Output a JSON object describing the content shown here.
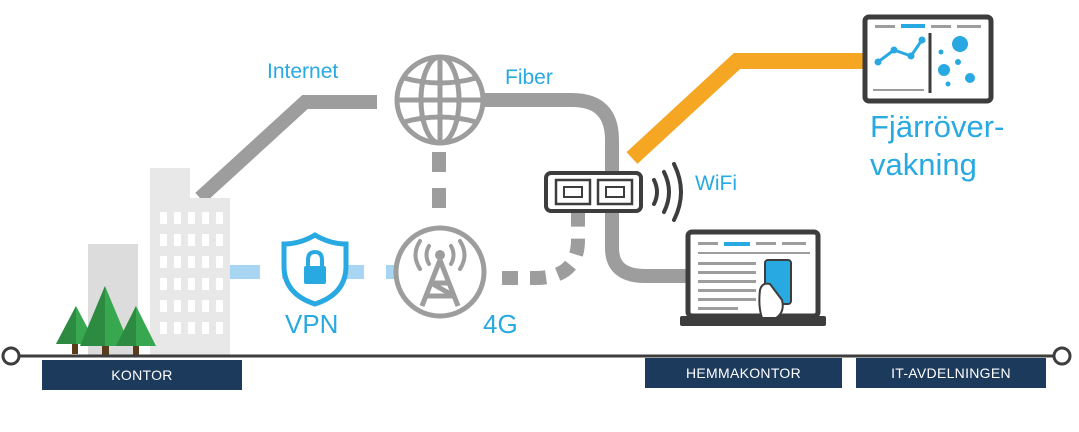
{
  "labels": {
    "internet": "Internet",
    "fiber": "Fiber",
    "wifi": "WiFi",
    "vpn": "VPN",
    "fourg": "4G",
    "remote_line1": "Fjärröver-",
    "remote_line2": "vakning"
  },
  "locations": {
    "kontor": "KONTOR",
    "hemmakontor": "HEMMAKONTOR",
    "it": "IT-AVDELNINGEN"
  },
  "colors": {
    "gray": "#9d9d9d",
    "orange": "#f5a623",
    "blue": "#29a9e1",
    "light_blue": "#a8d6f2",
    "navy": "#1c3a5c",
    "green": "#2d9a45",
    "dark": "#3d3d3d"
  },
  "icons": [
    "globe-icon",
    "cell-tower-icon",
    "shield-lock-icon",
    "router-icon",
    "laptop-icon",
    "monitor-dashboard-icon",
    "office-building-icon",
    "tree-icon"
  ]
}
